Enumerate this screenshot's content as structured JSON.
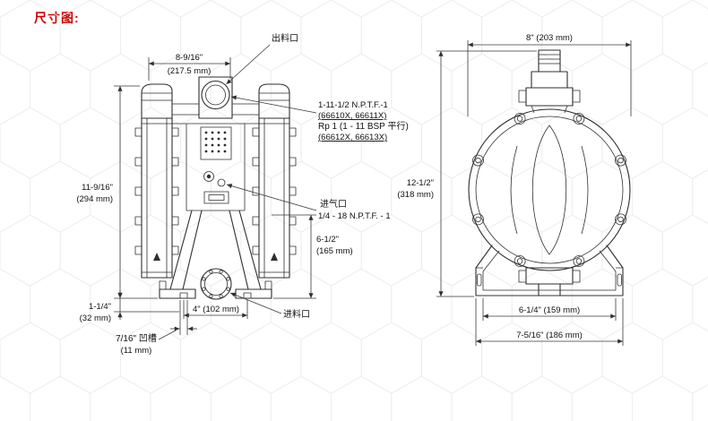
{
  "page": {
    "title": "尺寸图:"
  },
  "front_view": {
    "callouts": {
      "outlet": "出料口",
      "thread_line1": "1-11-1/2 N.P.T.F.-1",
      "thread_line2": "(66610X, 66611X)",
      "thread_line3": "Rp 1 (1 - 11 BSP 平行)",
      "thread_line4": "(66612X, 66613X)",
      "air_inlet": "进气口",
      "air_inlet_thread": "1/4 - 18 N.P.T.F. - 1",
      "inlet": "进料口"
    },
    "dimensions": {
      "top_width": "8-9/16\"",
      "top_width_mm": "(217.5 mm)",
      "overall_height": "11-9/16\"",
      "overall_height_mm": "(294 mm)",
      "inlet_height": "6-1/2\"",
      "inlet_height_mm": "(165 mm)",
      "foot_offset": "1-1/4\"",
      "foot_offset_mm": "(32 mm)",
      "foot_spacing": "4\" (102 mm)",
      "groove": "7/16\" 凹槽",
      "groove_mm": "(11 mm)"
    }
  },
  "side_view": {
    "dimensions": {
      "top_width": "8\" (203 mm)",
      "overall_height": "12-1/2\"",
      "overall_height_mm": "(318 mm)",
      "feet_inner": "6-1/4\" (159 mm)",
      "feet_outer": "7-5/16\" (186 mm)"
    }
  }
}
